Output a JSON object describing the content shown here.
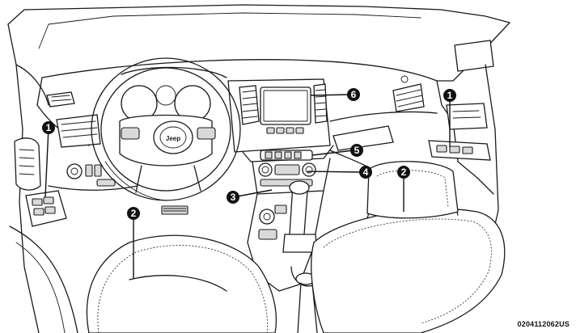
{
  "figure": {
    "id_label": "0204112062US",
    "steering_badge": "Jeep"
  },
  "callouts": [
    {
      "key": "c1a",
      "label": "1"
    },
    {
      "key": "c1b",
      "label": "1"
    },
    {
      "key": "c2a",
      "label": "2"
    },
    {
      "key": "c2b",
      "label": "2"
    },
    {
      "key": "c3",
      "label": "3"
    },
    {
      "key": "c4",
      "label": "4"
    },
    {
      "key": "c5",
      "label": "5"
    },
    {
      "key": "c6",
      "label": "6"
    }
  ],
  "colors": {
    "line": "#1a1a1a",
    "callout": "#111111",
    "background": "#ffffff"
  }
}
